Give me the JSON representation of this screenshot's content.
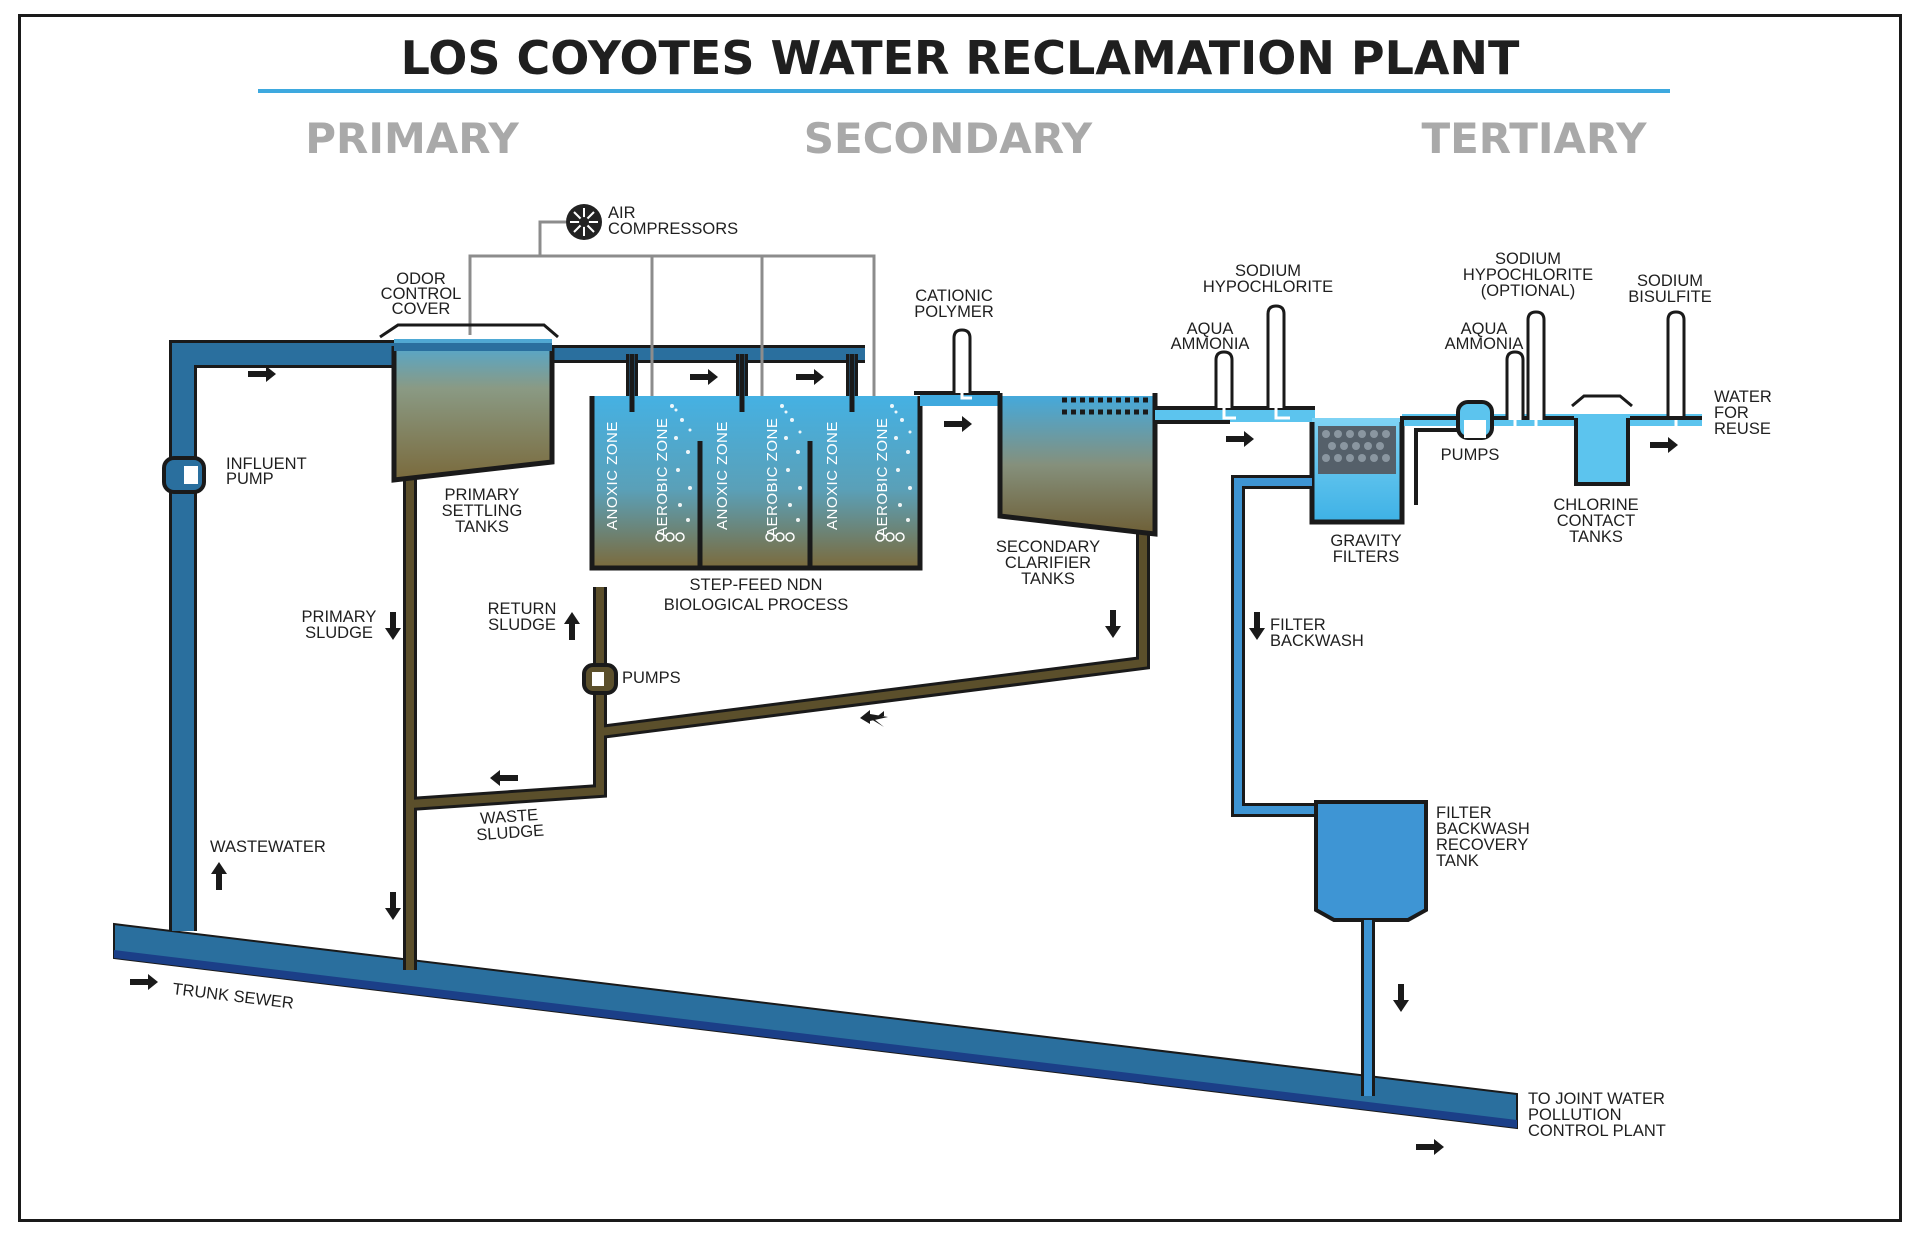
{
  "title": "LOS COYOTES WATER RECLAMATION PLANT",
  "stages": {
    "primary": "PRIMARY",
    "secondary": "SECONDARY",
    "tertiary": "TERTIARY"
  },
  "labels": {
    "air_compressors": [
      "AIR",
      "COMPRESSORS"
    ],
    "odor_control_cover": [
      "ODOR",
      "CONTROL",
      "COVER"
    ],
    "influent_pump": [
      "INFLUENT",
      "PUMP"
    ],
    "primary_settling_tanks": [
      "PRIMARY",
      "SETTLING",
      "TANKS"
    ],
    "primary_sludge": [
      "PRIMARY",
      "SLUDGE"
    ],
    "return_sludge": [
      "RETURN",
      "SLUDGE"
    ],
    "pumps_secondary": "PUMPS",
    "waste_sludge": [
      "WASTE",
      "SLUDGE"
    ],
    "wastewater": "WASTEWATER",
    "trunk_sewer": "TRUNK SEWER",
    "step_feed": [
      "STEP-FEED NDN",
      "BIOLOGICAL PROCESS"
    ],
    "anoxic_zone": "ANOXIC ZONE",
    "aerobic_zone": "AEROBIC ZONE",
    "cationic_polymer": [
      "CATIONIC",
      "POLYMER"
    ],
    "secondary_clarifier_tanks": [
      "SECONDARY",
      "CLARIFIER",
      "TANKS"
    ],
    "sodium_hypochlorite": [
      "SODIUM",
      "HYPOCHLORITE"
    ],
    "aqua_ammonia_1": [
      "AQUA",
      "AMMONIA"
    ],
    "gravity_filters": [
      "GRAVITY",
      "FILTERS"
    ],
    "filter_backwash": [
      "FILTER",
      "BACKWASH"
    ],
    "filter_backwash_recovery_tank": [
      "FILTER",
      "BACKWASH",
      "RECOVERY",
      "TANK"
    ],
    "sodium_hypochlorite_optional": [
      "SODIUM",
      "HYPOCHLORITE",
      "(OPTIONAL)"
    ],
    "aqua_ammonia_2": [
      "AQUA",
      "AMMONIA"
    ],
    "pumps_tertiary": "PUMPS",
    "sodium_bisulfite": [
      "SODIUM",
      "BISULFITE"
    ],
    "chlorine_contact_tanks": [
      "CHLORINE",
      "CONTACT",
      "TANKS"
    ],
    "water_for_reuse": [
      "WATER",
      "FOR",
      "REUSE"
    ],
    "to_joint_plant": [
      "TO JOINT WATER",
      "POLLUTION",
      "CONTROL PLANT"
    ]
  },
  "colors": {
    "pipe_blue": "#2a6f9e",
    "sewer_dark": "#1b3f88",
    "sludge_brown": "#5b4f2b",
    "water_light": "#5cc4ee",
    "tank_blue": "#3e95d4",
    "title_rule": "#3ea9df",
    "stage_gray": "#a9a9a9",
    "outline": "#1a1a1a"
  },
  "icons": [
    "compressor-icon",
    "pump-icon",
    "arrow-icon",
    "bubbles-icon"
  ]
}
